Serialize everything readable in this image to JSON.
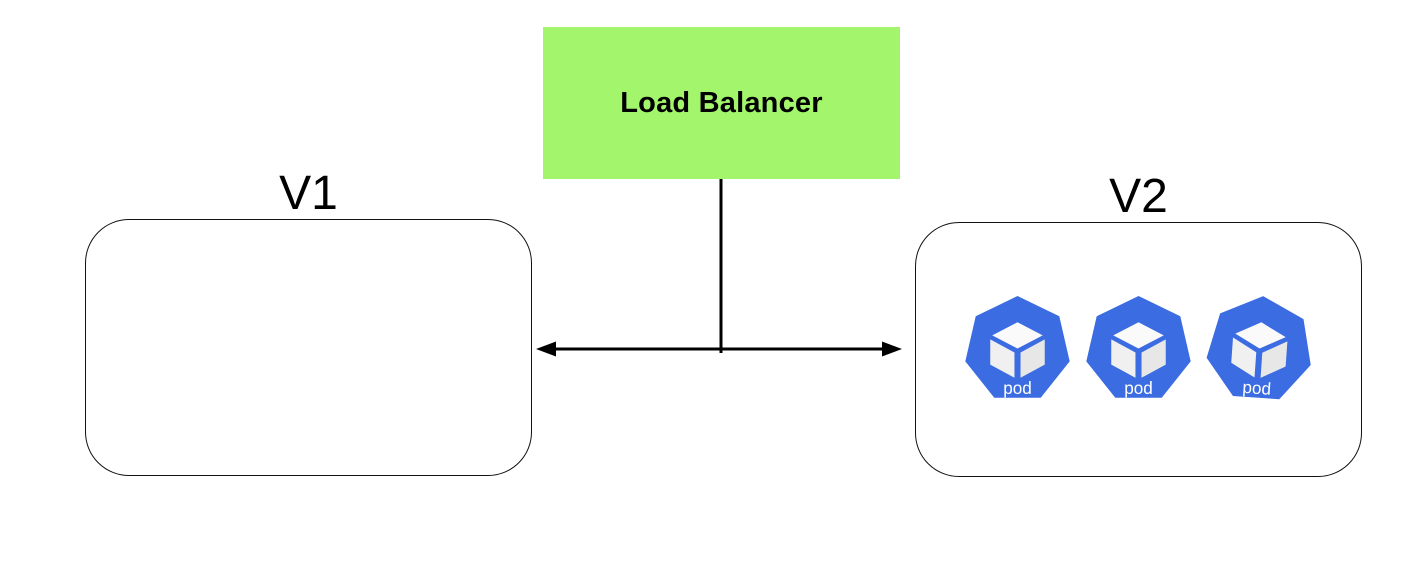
{
  "diagram": {
    "load_balancer": {
      "label": "Load Balancer"
    },
    "groups": {
      "v1": {
        "label": "V1",
        "pods": []
      },
      "v2": {
        "label": "V2",
        "pods": [
          {
            "label": "pod"
          },
          {
            "label": "pod"
          },
          {
            "label": "pod"
          }
        ]
      }
    },
    "icons": {
      "pod": "kubernetes-pod-icon (blue heptagon with white 3D cube)",
      "arrow": "double-headed-arrow"
    },
    "colors": {
      "load_balancer_fill": "#A3F56C",
      "pod_fill": "#3B6CE1",
      "pod_cube_top": "#FAFAFA",
      "pod_cube_left": "#F0F0F0",
      "pod_cube_right": "#E7E7E7",
      "pod_label_color": "#FFFFFF",
      "connector": "#000000",
      "box_border": "#111111"
    },
    "connections": [
      {
        "from": "load-balancer",
        "to": "v1-v2-arrow",
        "type": "line"
      },
      {
        "from": "v1",
        "to": "v2",
        "type": "double-arrow"
      }
    ]
  }
}
